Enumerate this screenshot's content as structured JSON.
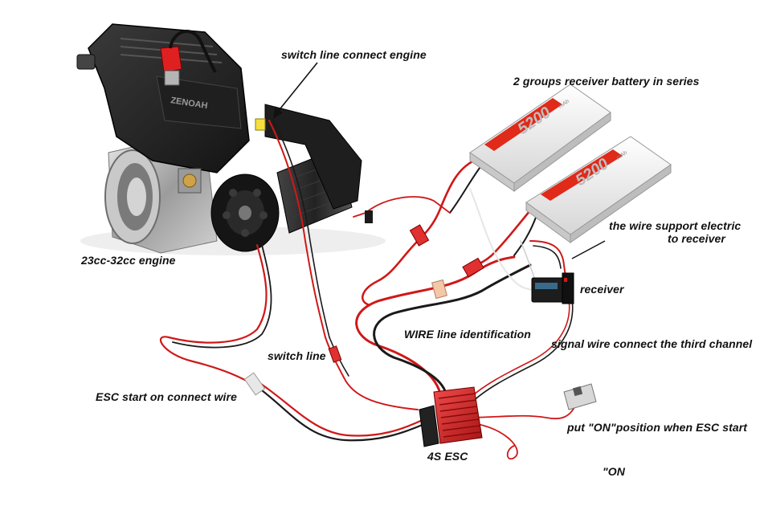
{
  "labels": {
    "switch_line_connect_engine": "switch line connect engine",
    "battery_series": "2 groups receiver battery in series",
    "wire_support_line1": "the wire support electric",
    "wire_support_line2": "to receiver",
    "engine": "23cc-32cc engine",
    "receiver": "receiver",
    "wire_identification": "WIRE line identification",
    "signal_wire": "signal wire connect the third channel",
    "switch_line": "switch line",
    "esc_start_wire": "ESC start on connect wire",
    "put_on_position": "put \"ON\"position when ESC start",
    "esc": "4S ESC",
    "on_mark": "\"ON"
  },
  "battery": {
    "capacity": "5200",
    "unit": "mAh"
  },
  "engine_brand": "ZENOAH",
  "colors": {
    "wire_red": "#d01818",
    "wire_black": "#1a1a1a",
    "engine_body": "#2a2a2a",
    "metal": "#b8b8b8",
    "esc_red": "#d62a2a",
    "battery_white": "#f2f2f2"
  }
}
